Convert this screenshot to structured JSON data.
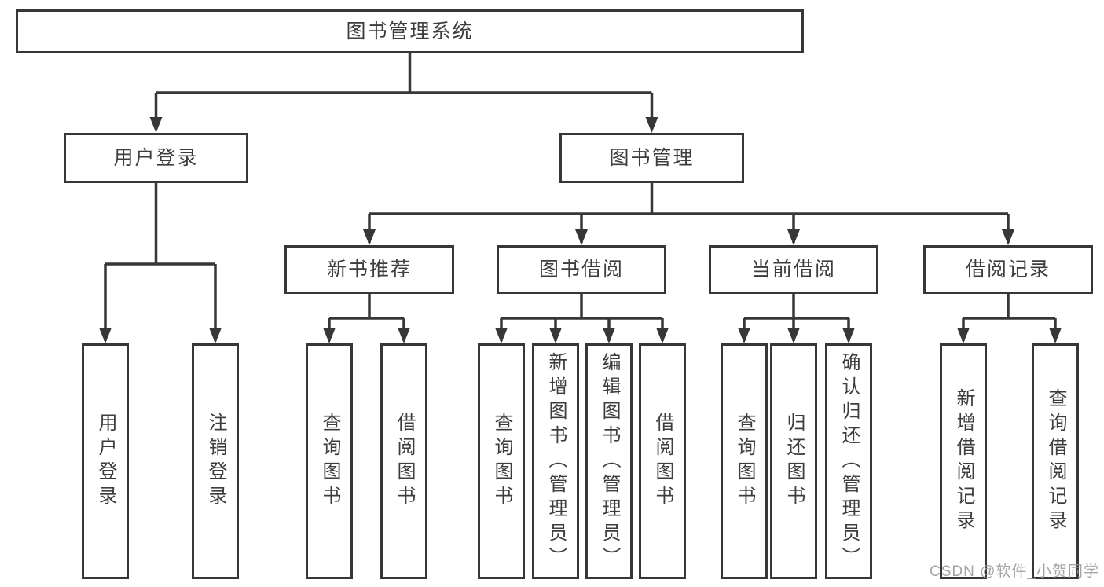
{
  "diagram": {
    "type": "hierarchy-tree",
    "tree": {
      "root": {
        "label": "图书管理系统"
      },
      "children": [
        {
          "label": "用户登录",
          "children": [
            {
              "label": "用户登录"
            },
            {
              "label": "注销登录"
            }
          ]
        },
        {
          "label": "图书管理",
          "children": [
            {
              "label": "新书推荐",
              "children": [
                {
                  "label": "查询图书"
                },
                {
                  "label": "借阅图书"
                }
              ]
            },
            {
              "label": "图书借阅",
              "children": [
                {
                  "label": "查询图书"
                },
                {
                  "label": "新增图书（管理员）"
                },
                {
                  "label": "编辑图书（管理员）"
                },
                {
                  "label": "借阅图书"
                }
              ]
            },
            {
              "label": "当前借阅",
              "children": [
                {
                  "label": "查询图书"
                },
                {
                  "label": "归还图书"
                },
                {
                  "label": "确认归还（管理员）"
                }
              ]
            },
            {
              "label": "借阅记录",
              "children": [
                {
                  "label": "新增借阅记录"
                },
                {
                  "label": "查询借阅记录"
                }
              ]
            }
          ]
        }
      ]
    },
    "colors": {
      "line": "#373737",
      "box_border": "#373737",
      "box_fill": "#ffffff",
      "text": "#3d3d3d",
      "watermark": "#949494",
      "background": "#ffffff"
    }
  },
  "watermark": {
    "text": "CSDN @软件_小贺同学"
  }
}
